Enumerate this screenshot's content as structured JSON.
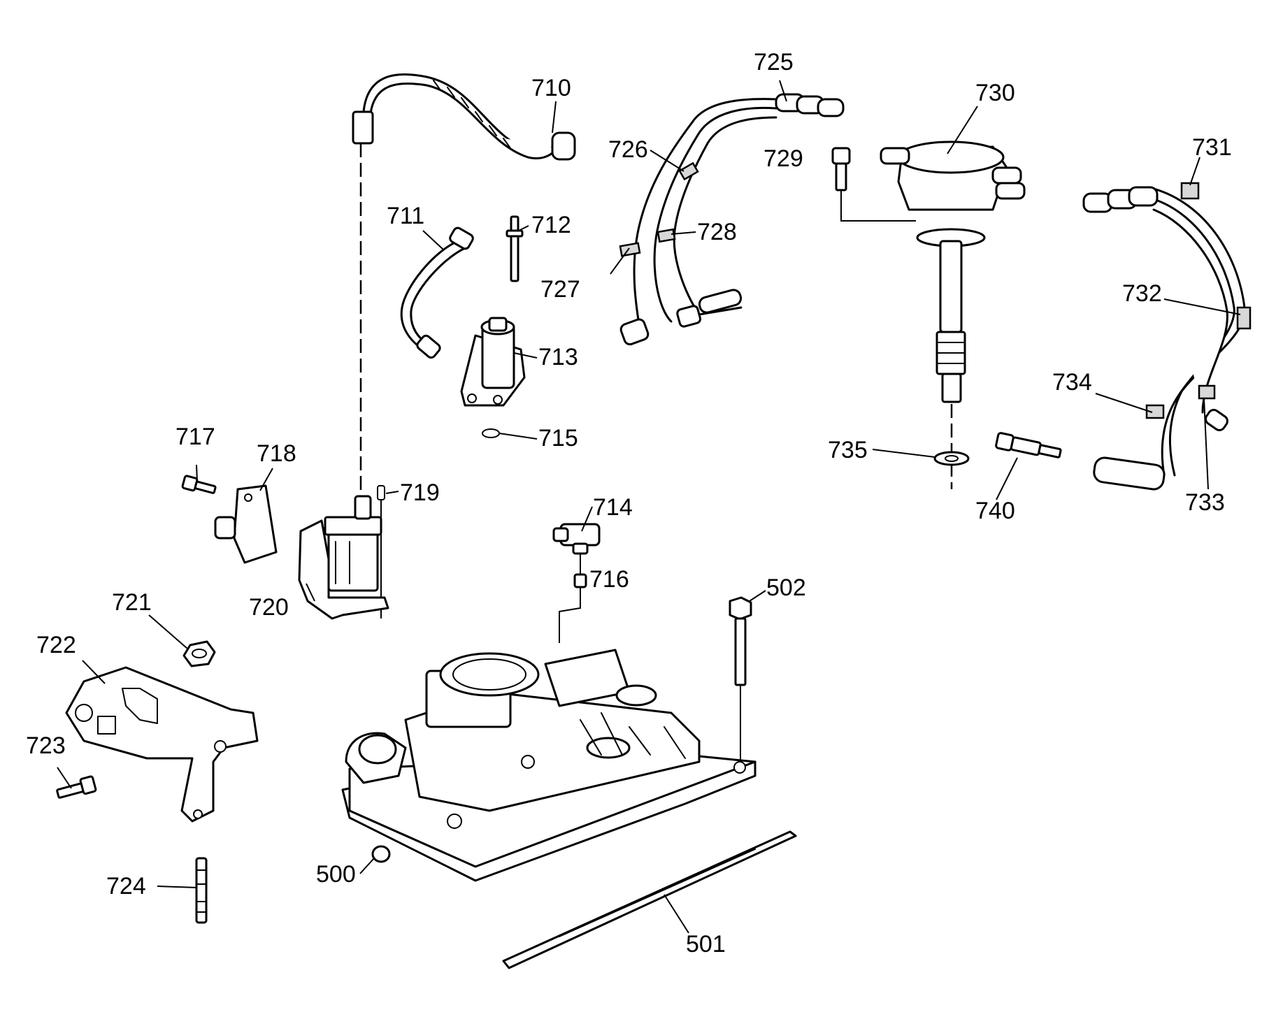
{
  "callouts": {
    "c500": "500",
    "c501": "501",
    "c502": "502",
    "c710": "710",
    "c711": "711",
    "c712": "712",
    "c713": "713",
    "c714": "714",
    "c715": "715",
    "c716": "716",
    "c717": "717",
    "c718": "718",
    "c719": "719",
    "c720": "720",
    "c721": "721",
    "c722": "722",
    "c723": "723",
    "c724": "724",
    "c725": "725",
    "c726": "726",
    "c727": "727",
    "c728": "728",
    "c729": "729",
    "c730": "730",
    "c731": "731",
    "c732": "732",
    "c733": "733",
    "c734": "734",
    "c735": "735",
    "c740": "740"
  }
}
